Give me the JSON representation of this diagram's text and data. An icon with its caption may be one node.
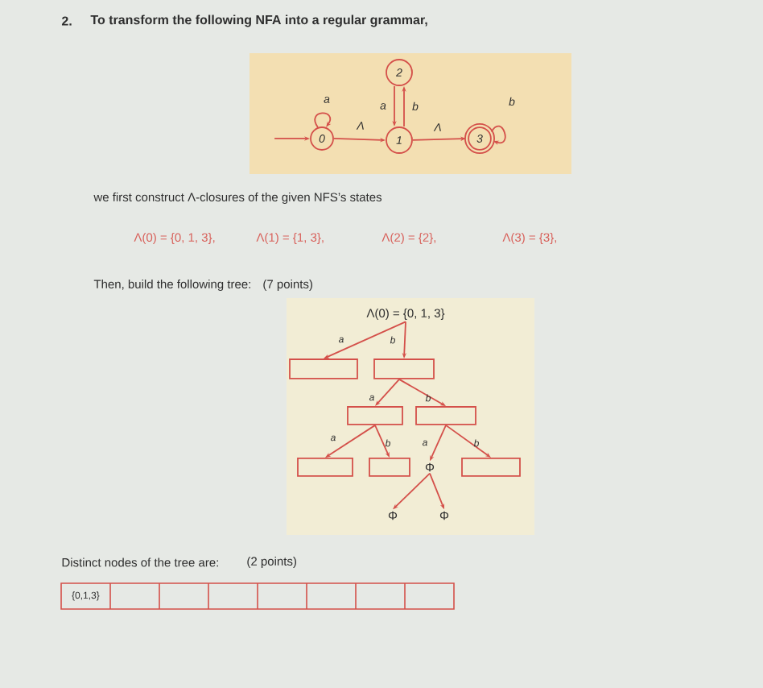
{
  "diagram": {
    "nodes": [
      {
        "text": [
          "0"
        ]
      },
      {
        "text": [
          "1"
        ]
      },
      {
        "text": [
          "2"
        ]
      },
      {
        "text": [
          "3"
        ]
      },
      {
        "text": [
          "Λ(0) = {0, 1, 3}"
        ]
      },
      {
        "text": [],
        "shape": "box"
      },
      {
        "text": [],
        "shape": "box"
      },
      {
        "text": [],
        "shape": "box"
      },
      {
        "text": [],
        "shape": "box"
      },
      {
        "text": [],
        "shape": "box"
      },
      {
        "text": [],
        "shape": "box"
      },
      {
        "text": [
          "Φ"
        ]
      },
      {
        "text": [],
        "shape": "box"
      },
      {
        "text": [
          "Φ"
        ]
      },
      {
        "text": [
          "Φ"
        ]
      }
    ],
    "edges": [
      {
        "from": null,
        "to": 0,
        "arrow": "to"
      },
      {
        "from": 0,
        "to": 0,
        "arrow": "to",
        "label": "a"
      },
      {
        "from": 0,
        "to": 1,
        "arrow": "to",
        "label": "Λ"
      },
      {
        "from": 2,
        "to": 1,
        "arrow": "to",
        "label": "a"
      },
      {
        "from": 1,
        "to": 2,
        "arrow": "to",
        "label": "b"
      },
      {
        "from": 1,
        "to": 3,
        "arrow": "to",
        "label": "Λ"
      },
      {
        "from": 3,
        "to": 3,
        "arrow": "to",
        "label": "b"
      },
      {
        "from": 4,
        "to": 5,
        "arrow": "to",
        "label": "a"
      },
      {
        "from": 4,
        "to": 6,
        "arrow": "to",
        "label": "b"
      },
      {
        "from": 6,
        "to": 7,
        "arrow": "to",
        "label": "a"
      },
      {
        "from": 6,
        "to": 8,
        "arrow": "to",
        "label": "b"
      },
      {
        "from": 7,
        "to": 9,
        "arrow": "to",
        "label": "a"
      },
      {
        "from": 7,
        "to": 10,
        "arrow": "to",
        "label": "b"
      },
      {
        "from": 8,
        "to": 11,
        "arrow": "to",
        "label": "a"
      },
      {
        "from": 8,
        "to": 12,
        "arrow": "to",
        "label": "b"
      },
      {
        "from": 11,
        "to": 13,
        "arrow": "to"
      },
      {
        "from": 11,
        "to": 14,
        "arrow": "to"
      }
    ],
    "labels": [
      "2.",
      "To transform the following NFA into a regular grammar,",
      "we first construct Λ-closures of the given NFS’s states",
      "Λ(0) = {0, 1, 3},",
      "Λ(1) = {1, 3},",
      "Λ(2) = {2},",
      "Λ(3) = {3},",
      "Then, build the following tree:",
      "(7 points)",
      "Distinct nodes of the tree are:",
      "(2 points)",
      "{0,1,3}"
    ]
  }
}
